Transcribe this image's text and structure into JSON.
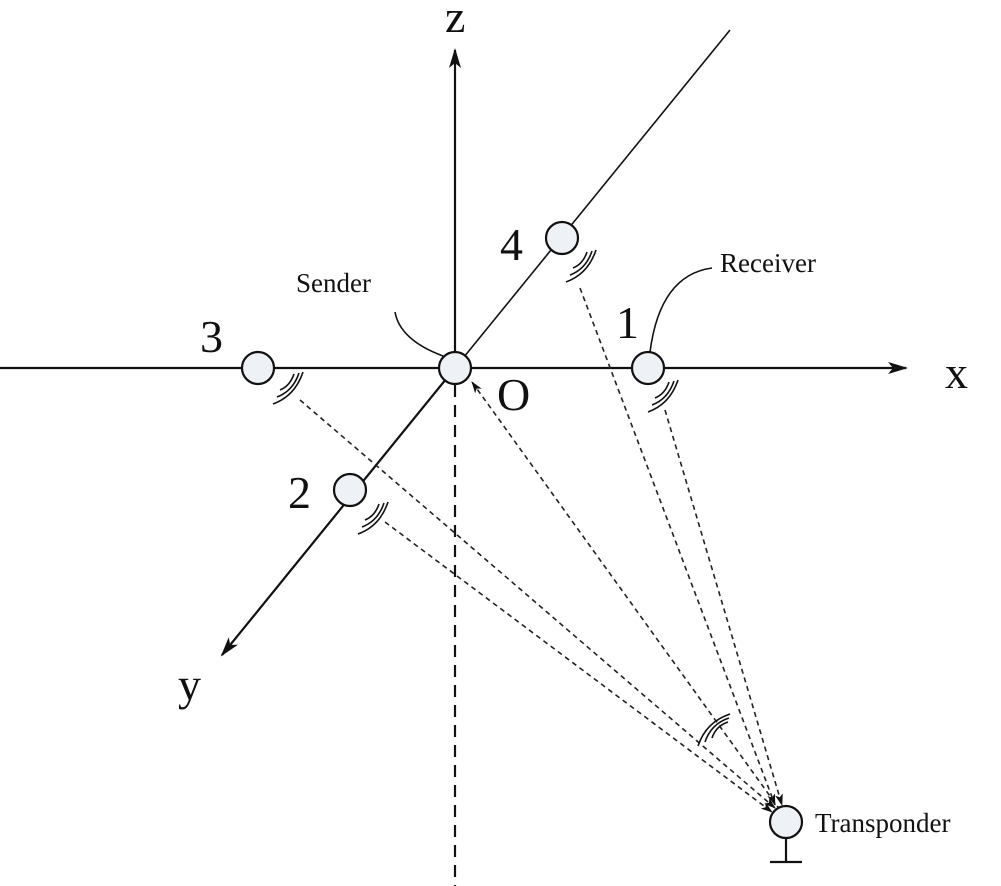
{
  "axes": {
    "x": "x",
    "y": "y",
    "z": "z",
    "origin": "O"
  },
  "receivers": [
    {
      "id": "1",
      "label": "1"
    },
    {
      "id": "2",
      "label": "2"
    },
    {
      "id": "3",
      "label": "3"
    },
    {
      "id": "4",
      "label": "4"
    }
  ],
  "labels": {
    "sender": "Sender",
    "receiver": "Receiver",
    "transponder": "Transponder"
  },
  "colors": {
    "stroke": "#111111",
    "node_fill": "#eef1f5",
    "background": "#ffffff"
  }
}
